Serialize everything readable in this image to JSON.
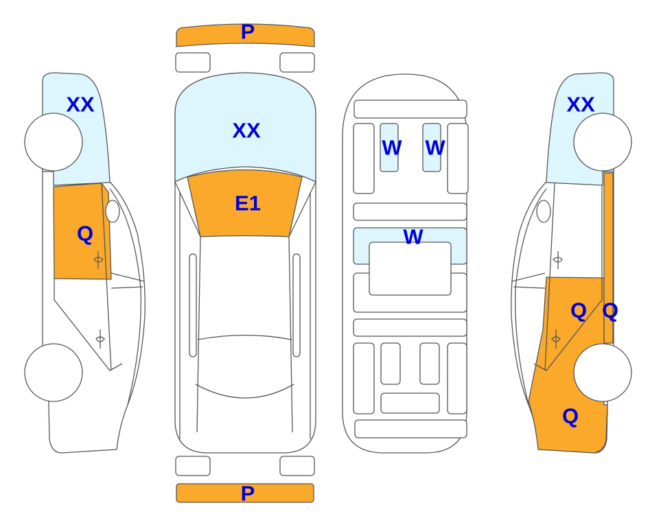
{
  "colors": {
    "damage_orange": "#FBA92B",
    "damage_blue": "#DDF5FC",
    "label": "#0000D8"
  },
  "views": {
    "left_side": {
      "labels": {
        "front": "XX",
        "door": "Q"
      }
    },
    "top": {
      "labels": {
        "front_bumper": "P",
        "hood": "XX",
        "windshield": "E1",
        "rear_bumper": "P"
      }
    },
    "underside": {
      "labels": {
        "left": "W",
        "right": "W",
        "center": "W"
      }
    },
    "right_side": {
      "labels": {
        "front": "XX",
        "door": "Q",
        "pillar": "Q",
        "rear": "Q"
      }
    }
  }
}
